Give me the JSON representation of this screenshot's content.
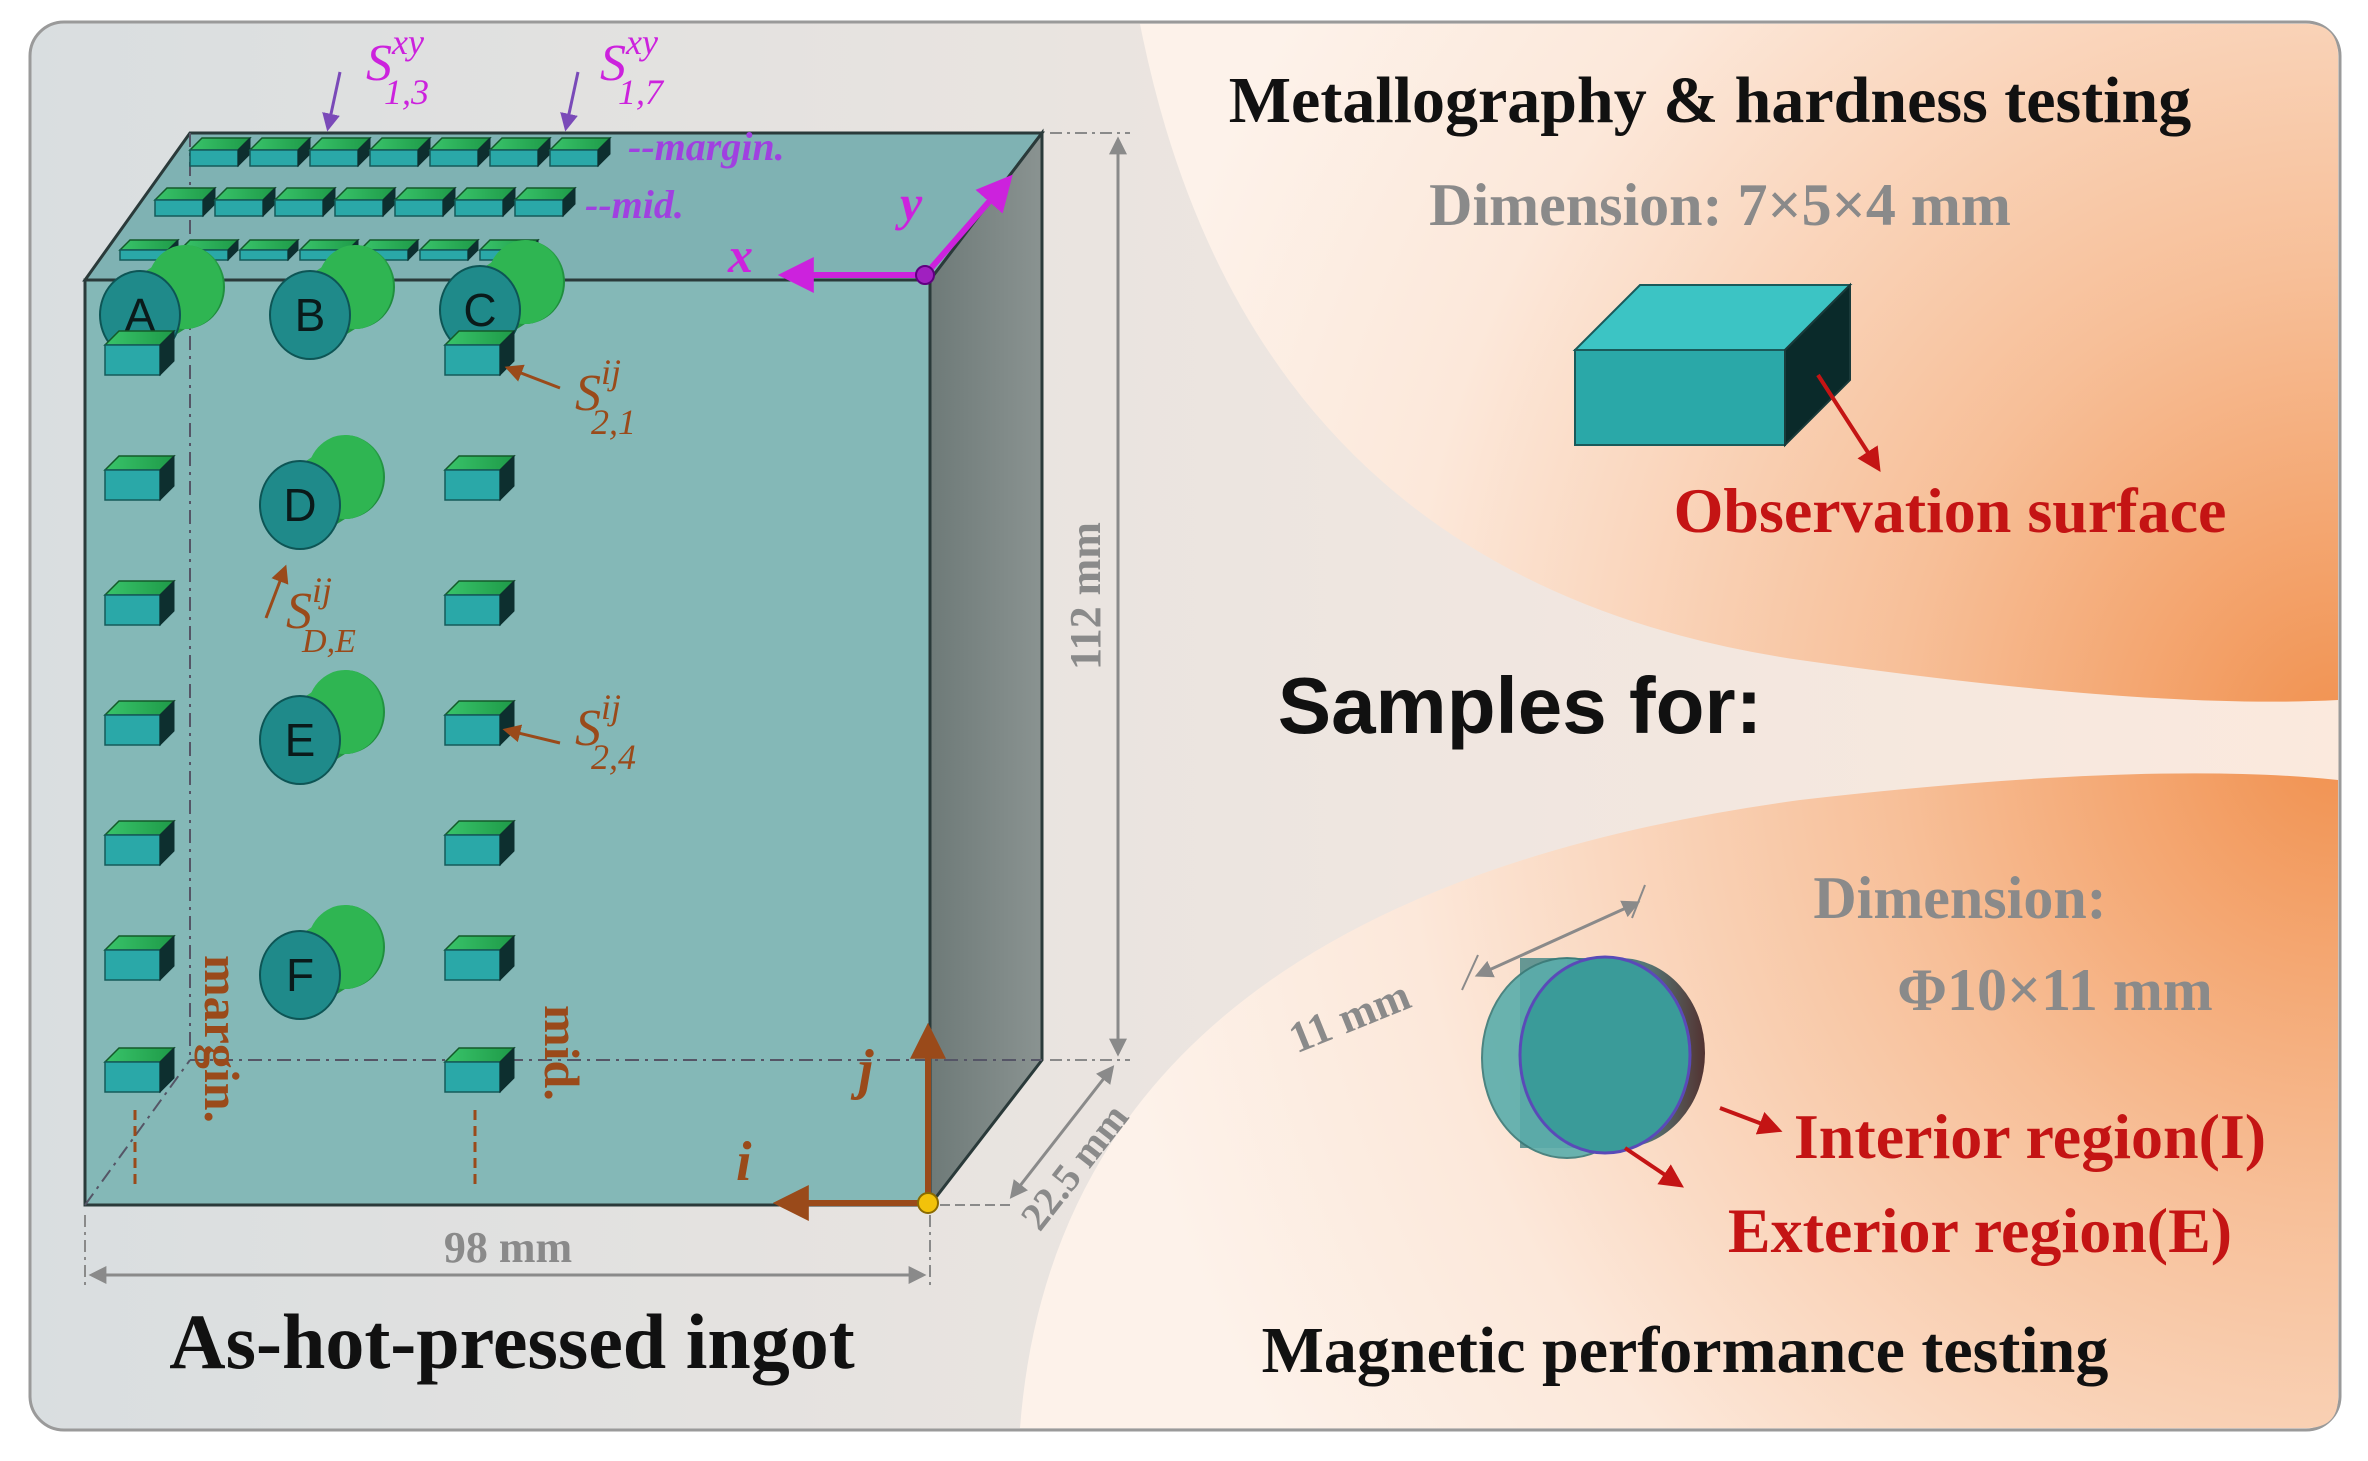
{
  "ingot": {
    "caption": "As-hot-pressed ingot",
    "width_label": "98 mm",
    "height_label": "112 mm",
    "depth_label": "22.5 mm",
    "cylinders": [
      "A",
      "B",
      "C",
      "D",
      "E",
      "F"
    ],
    "margin_label": "margin.",
    "mid_label": "mid.",
    "top_margin_label": "--margin.",
    "top_mid_label": "--mid.",
    "axis_x": "x",
    "axis_y": "y",
    "axis_i": "i",
    "axis_j": "j",
    "labels": {
      "s13": {
        "base": "S",
        "sup": "xy",
        "sub": "1,3"
      },
      "s17": {
        "base": "S",
        "sup": "xy",
        "sub": "1,7"
      },
      "s21": {
        "base": "S",
        "sup": "ij",
        "sub": "2,1"
      },
      "s24": {
        "base": "S",
        "sup": "ij",
        "sub": "2,4"
      },
      "sde": {
        "base": "S",
        "sup": "ij",
        "sub": "D,E"
      }
    }
  },
  "samples_heading": "Samples for:",
  "metallography": {
    "title": "Metallography & hardness testing",
    "dimension": "Dimension: 7×5×4 mm",
    "surface_label": "Observation surface"
  },
  "magnetic": {
    "title": "Magnetic performance testing",
    "dimension_line1": "Dimension:",
    "dimension_line2": "Φ10×11 mm",
    "length_label": "11 mm",
    "interior_label": "Interior region(I)",
    "exterior_label": "Exterior region(E)"
  },
  "colors": {
    "magenta": "#cc22dd",
    "purple_text": "#a040e0",
    "brown": "#9a4a1a",
    "red": "#c41414",
    "gray_text": "#8a8a8a",
    "teal": "#2aa8a8",
    "green": "#22aa44"
  }
}
